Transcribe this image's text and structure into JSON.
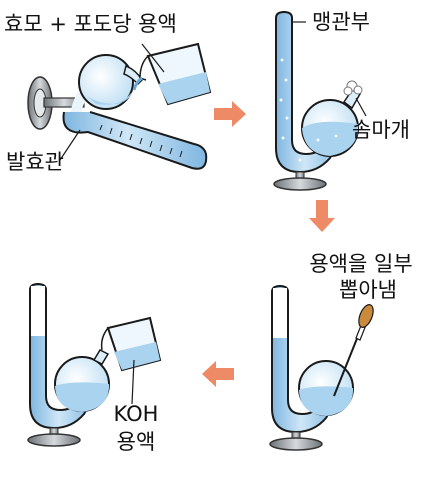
{
  "labels": {
    "step1_title": "효모 + 포도당 용액",
    "step1_tube": "발효관",
    "step2_neck": "맹관부",
    "step2_cotton": "솜마개",
    "step3_action_line1": "용액을 일부",
    "step3_action_line2": "뽑아냄",
    "step4_reagent_line1": "KOH",
    "step4_reagent_line2": "용액"
  },
  "colors": {
    "liquid": "#a9d3ee",
    "liquid_dark": "#6aa8d8",
    "glass": "#dceef9",
    "outline": "#1a1a1a",
    "arrow": "#ee8a66",
    "stand": "#9aa0a6",
    "pipette_bulb": "#c98a3c"
  }
}
